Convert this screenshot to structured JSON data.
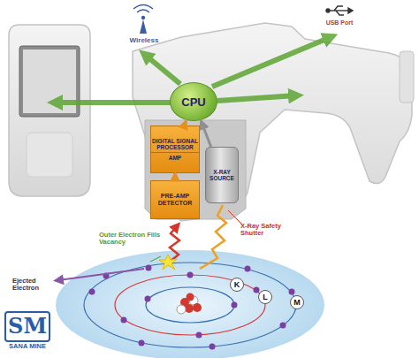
{
  "diagram": {
    "nodes": [
      {
        "text": [
          "CPU"
        ]
      },
      {
        "text": [
          "DIGITAL SIGNAL PROCESSOR",
          "AMP"
        ]
      },
      {
        "text": [
          "PRE-AMP",
          "DETECTOR"
        ]
      },
      {
        "text": [
          "X-RAY SOURCE"
        ]
      },
      {
        "text": [
          "K"
        ]
      },
      {
        "text": [
          "L"
        ]
      },
      {
        "text": [
          "M"
        ]
      }
    ],
    "edges": [
      {
        "from": 2,
        "to": 1,
        "arrow": "to"
      },
      {
        "from": 1,
        "to": 0,
        "arrow": "to"
      },
      {
        "from": 3,
        "to": 0,
        "arrow": "to"
      }
    ],
    "labels": [
      "Wireless",
      "USB Port",
      "X-Ray Safety Shutter",
      "Outer Electron Fills Vacancy",
      "Ejected Electron",
      "SM",
      "SANA MINE"
    ]
  }
}
